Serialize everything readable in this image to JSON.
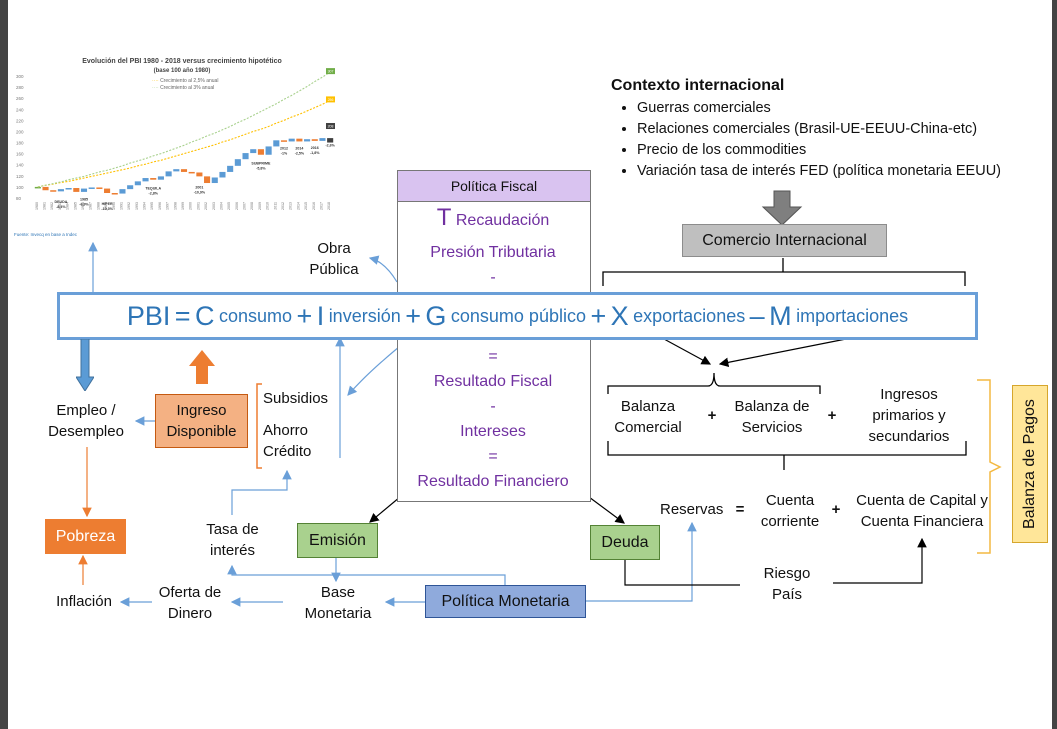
{
  "chart": {
    "title": "Evolución del PBI 1980 - 2018 versus crecimiento hipotético",
    "subtitle": "(base 100 año 1980)",
    "legend": [
      "Crecimiento al 2,5% anual",
      "Crecimiento al 3% anual"
    ],
    "yticks": [
      "300",
      "280",
      "260",
      "240",
      "220",
      "200",
      "180",
      "160",
      "140",
      "120",
      "100",
      "80"
    ],
    "annotations": [
      "DEUDA -8,4%",
      "1985 -6,9%",
      "HIPER -10,3%",
      "TEQUILA -2,8%",
      "2001 -10,9%",
      "SUBPRIME -5,8%",
      "2012 -1%",
      "2014 -2,5%",
      "2016 -1,8%",
      "-2,6%"
    ],
    "end_labels": [
      "307",
      "256",
      "208"
    ],
    "source": "Fuente: Invecq en base a Indec"
  },
  "chart_data": {
    "type": "bar",
    "title": "Evolución del PBI 1980 - 2018 versus crecimiento hipotético",
    "subtitle": "(base 100 año 1980)",
    "categories": [
      "1980",
      "1981",
      "1982",
      "1983",
      "1984",
      "1985",
      "1986",
      "1987",
      "1988",
      "1989",
      "1990",
      "1991",
      "1992",
      "1993",
      "1994",
      "1995",
      "1996",
      "1997",
      "1998",
      "1999",
      "2000",
      "2001",
      "2002",
      "2003",
      "2004",
      "2005",
      "2006",
      "2007",
      "2008",
      "2009",
      "2010",
      "2011",
      "2012",
      "2013",
      "2014",
      "2015",
      "2016",
      "2017",
      "2018"
    ],
    "series": [
      {
        "name": "",
        "values": [
          100,
          94,
          92,
          96,
          98,
          91,
          97,
          99,
          97,
          89,
          88,
          96,
          103,
          110,
          116,
          113,
          119,
          128,
          132,
          127,
          126,
          119,
          107,
          117,
          127,
          138,
          150,
          161,
          168,
          158,
          173,
          184,
          182,
          187,
          182,
          186,
          183,
          188,
          180
        ]
      },
      {
        "name": "Crecimiento al 2,5% anual",
        "values": [
          100,
          103,
          105,
          108,
          110,
          113,
          116,
          119,
          122,
          125,
          128,
          131,
          134,
          138,
          141,
          145,
          148,
          152,
          156,
          160,
          164,
          168,
          172,
          176,
          181,
          185,
          190,
          195,
          200,
          204,
          209,
          215,
          220,
          226,
          231,
          237,
          243,
          249,
          256
        ]
      },
      {
        "name": "Crecimiento al 3% anual",
        "values": [
          100,
          103,
          106,
          109,
          113,
          116,
          119,
          123,
          127,
          130,
          134,
          138,
          143,
          147,
          151,
          156,
          160,
          165,
          170,
          175,
          181,
          186,
          192,
          197,
          203,
          209,
          216,
          222,
          229,
          236,
          243,
          250,
          258,
          265,
          273,
          281,
          290,
          298,
          307
        ]
      }
    ],
    "ylim": [
      80,
      300
    ]
  },
  "context": {
    "title": "Contexto internacional",
    "items": [
      "Guerras comerciales",
      "Relaciones comerciales (Brasil-UE-EEUU-China-etc)",
      "Precio de los commodities",
      "Variación tasa de interés FED (política monetaria EEUU)"
    ]
  },
  "comercio": "Comercio Internacional",
  "fiscal": {
    "header": "Política Fiscal",
    "t": "T",
    "recaudacion": "Recaudación",
    "presion": "Presión Tributaria",
    "minus1": "-",
    "eq1": "=",
    "resultado_fiscal": "Resultado Fiscal",
    "minus2": "-",
    "intereses": "Intereses",
    "eq2": "=",
    "resultado_financiero": "Resultado Financiero"
  },
  "pbi": {
    "pbi": "PBI",
    "eq": "=",
    "c": "C",
    "consumo": "consumo",
    "plus1": "+",
    "i": "I",
    "inversion": "inversión",
    "plus2": "+",
    "g": "G",
    "consumo_publico": "consumo público",
    "plus3": "+",
    "x": "X",
    "exportaciones": "exportaciones",
    "minus": "–",
    "m": "M",
    "importaciones": "importaciones"
  },
  "obra_publica": [
    "Obra",
    "Pública"
  ],
  "empleo": [
    "Empleo /",
    "Desempleo"
  ],
  "ingreso": [
    "Ingreso",
    "Disponible"
  ],
  "subsidios": "Subsidios",
  "ahorro": [
    "Ahorro",
    "Crédito"
  ],
  "pobreza": "Pobreza",
  "inflacion": "Inflación",
  "tasa": [
    "Tasa de",
    "interés"
  ],
  "emision": "Emisión",
  "deuda": "Deuda",
  "oferta": [
    "Oferta de",
    "Dinero"
  ],
  "base_monetaria": [
    "Base",
    "Monetaria"
  ],
  "politica_monetaria": "Política Monetaria",
  "balanza_comercial": [
    "Balanza",
    "Comercial"
  ],
  "balanza_servicios": [
    "Balanza de",
    "Servicios"
  ],
  "ingresos_primarios": [
    "Ingresos",
    "primarios y",
    "secundarios"
  ],
  "plus_a": "+",
  "plus_b": "+",
  "plus_c": "+",
  "reservas": "Reservas",
  "eq_reservas": "=",
  "cuenta_corriente": [
    "Cuenta",
    "corriente"
  ],
  "cuenta_capital": [
    "Cuenta de Capital y",
    "Cuenta Financiera"
  ],
  "riesgo": [
    "Riesgo",
    "País"
  ],
  "balanza_pagos": "Balanza de Pagos",
  "colors": {
    "blue_line": "#6a9fd8",
    "purple": "#7030a0",
    "orange": "#ed7d31",
    "green": "#a9d18e",
    "indigo": "#8faadc",
    "gray": "#bfbfbf",
    "gold": "#ffe699"
  }
}
